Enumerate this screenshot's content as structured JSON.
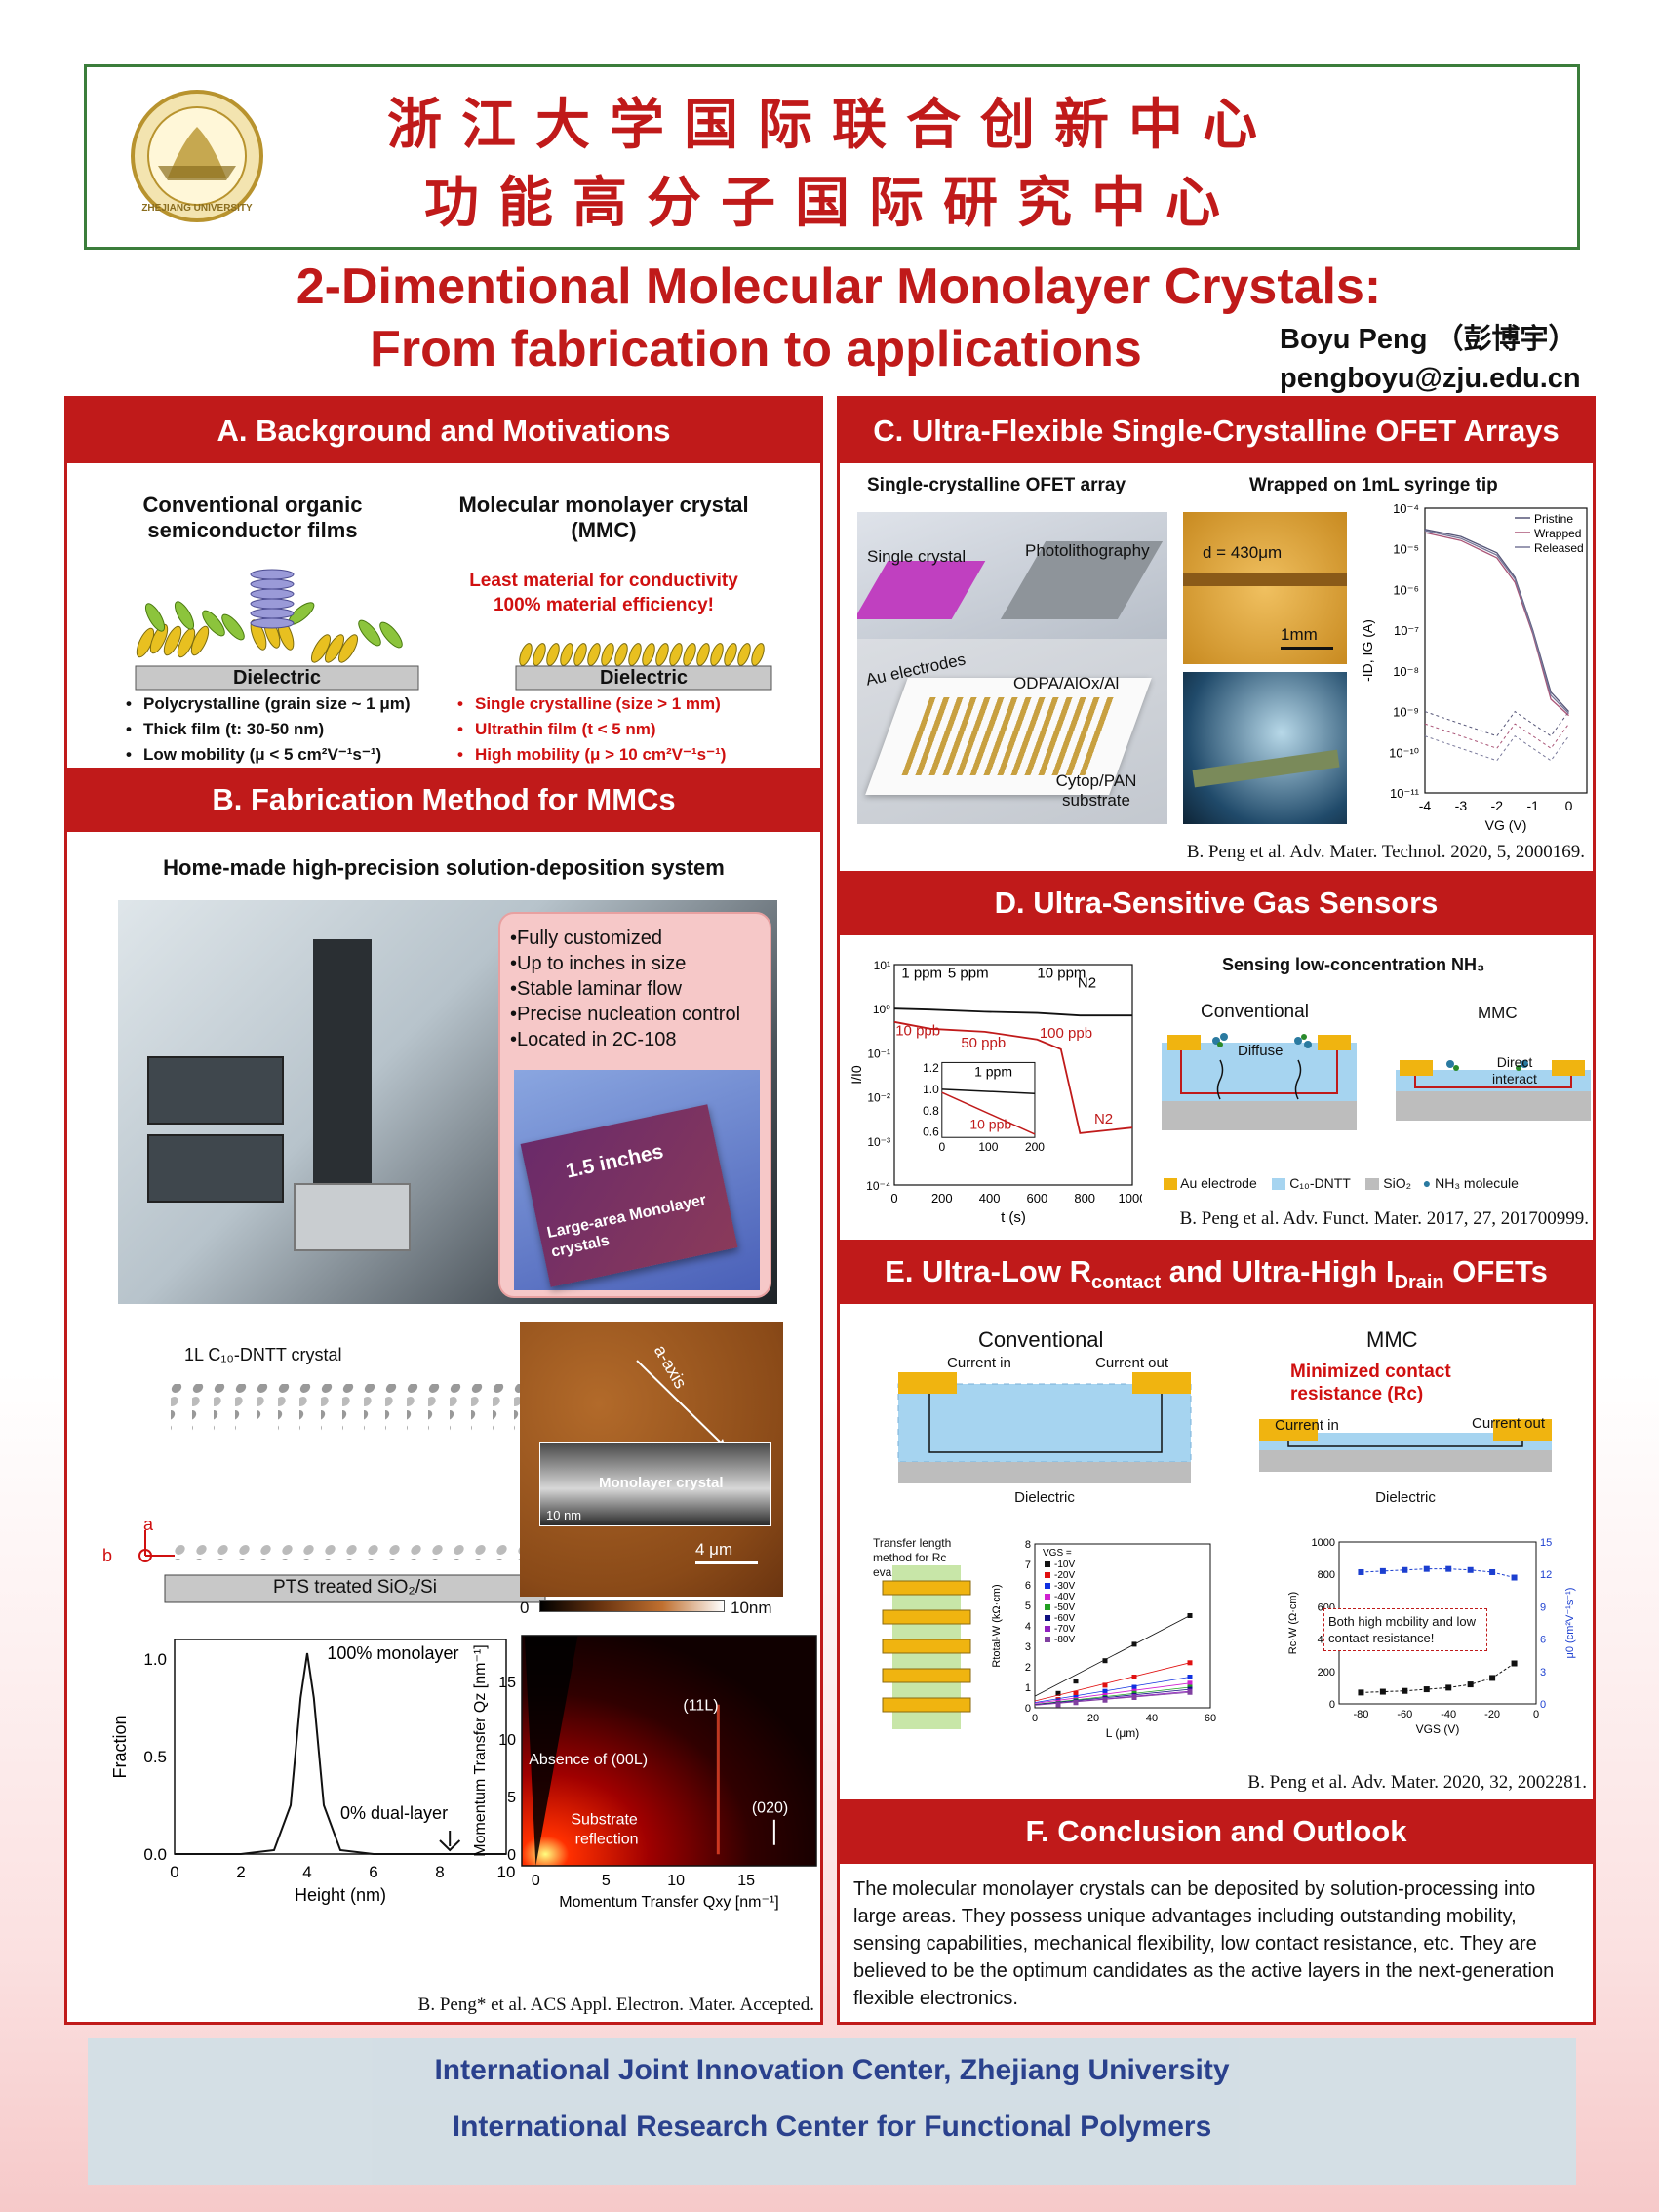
{
  "header": {
    "line1": "浙江大学国际联合创新中心",
    "line2": "功能高分子国际研究中心",
    "logo": {
      "icon": "zju-seal-icon",
      "text": "ZHEJIANG UNIVERSITY"
    }
  },
  "title": {
    "line1": "2-Dimentional Molecular Monolayer Crystals:",
    "line2": "From fabrication to applications"
  },
  "author": {
    "name": "Boyu Peng （彭博宇）",
    "email": "pengboyu@zju.edu.cn"
  },
  "sectionA": {
    "heading": "A. Background and Motivations",
    "left_title": "Conventional organic semiconductor films",
    "right_title": "Molecular monolayer crystal (MMC)",
    "highlight": "Least material for conductivity 100% material efficiency!",
    "dielectric": "Dielectric",
    "left_bullets": [
      "Polycrystalline (grain size ~ 1 μm)",
      "Thick film (t: 30-50 nm)",
      "Low mobility (μ < 5 cm²V⁻¹s⁻¹)"
    ],
    "right_bullets": [
      "Single crystalline (size > 1 mm)",
      "Ultrathin film (t < 5 nm)",
      "High mobility (μ > 10 cm²V⁻¹s⁻¹)"
    ]
  },
  "sectionB": {
    "heading": "B. Fabrication Method for MMCs",
    "subtitle": "Home-made high-precision solution-deposition system",
    "features": [
      "•Fully customized",
      "•Up to inches in size",
      "•Stable laminar flow",
      "•Precise nucleation control",
      "•Located in 2C-108"
    ],
    "wafer_size": "1.5 inches",
    "wafer_label": "Large-area Monolayer crystals",
    "crystal_title": "1L C₁₀-DNTT crystal",
    "substrate": "PTS treated SiO₂/Si",
    "axis_a": "a",
    "axis_b": "b",
    "afm_axis": "a-axis",
    "tem_label": "Monolayer crystal",
    "tem_scale": "10 nm",
    "afm_scale": "4 μm",
    "afm_colorbar": [
      "0",
      "10nm"
    ],
    "ref": "B. Peng* et al. ACS Appl. Electron. Mater. Accepted."
  },
  "sectionC": {
    "heading": "C. Ultra-Flexible Single-Crystalline OFET Arrays",
    "label_left": "Single-crystalline OFET array",
    "label_right": "Wrapped on 1mL syringe tip",
    "scheme": [
      "Single crystal",
      "Photolithography",
      "Au electrodes",
      "ODPA/AlOx/Al",
      "Cytop/PAN substrate"
    ],
    "photo_d": "d = 430μm",
    "photo_scale": "1mm",
    "ref": "B. Peng et al. Adv. Mater. Technol. 2020, 5, 2000169."
  },
  "sectionD": {
    "heading": "D. Ultra-Sensitive Gas Sensors",
    "sensing_title": "Sensing low-concentration NH₃",
    "conventional": "Conventional",
    "mmc": "MMC",
    "diffuse": "Diffuse",
    "direct": "Direct interact",
    "legend": [
      "Au electrode",
      "C₁₀-DNTT",
      "SiO₂",
      "NH₃ molecule"
    ],
    "ref": "B. Peng et al. Adv. Funct. Mater. 2017, 27, 201700999."
  },
  "sectionE": {
    "heading": "E. Ultra-Low R",
    "heading_sub1": "contact",
    "heading_mid": " and Ultra-High I",
    "heading_sub2": "Drain",
    "heading_end": " OFETs",
    "conventional": "Conventional",
    "mmc": "MMC",
    "minimized": "Minimized contact resistance (Rc)",
    "current_in": "Current in",
    "current_out": "Current out",
    "dielectric": "Dielectric",
    "tlm": "Transfer length method for Rc evaluation",
    "annotation": "Both high mobility and low contact resistance!",
    "ref": "B. Peng et al. Adv. Mater. 2020, 32, 2002281."
  },
  "sectionF": {
    "heading": "F. Conclusion and Outlook",
    "body": "The molecular monolayer crystals can be deposited by solution-processing into large areas. They possess unique advantages including outstanding mobility, sensing capabilities, mechanical flexibility, low contact resistance, etc. They are believed to be the optimum candidates as the active layers in the next-generation flexible electronics."
  },
  "footer": {
    "line1": "International Joint Innovation Center, Zhejiang University",
    "line2": "International Research Center for Functional Polymers"
  },
  "chart_data": [
    {
      "id": "height-distribution",
      "type": "line",
      "xlabel": "Height (nm)",
      "ylabel": "Fraction",
      "xlim": [
        0,
        10
      ],
      "ylim": [
        0,
        1.1
      ],
      "xticks": [
        0,
        2,
        4,
        6,
        8,
        10
      ],
      "yticks": [
        0.0,
        0.5,
        1.0
      ],
      "x": [
        0,
        2,
        3,
        3.5,
        3.8,
        4.0,
        4.2,
        4.5,
        5.0,
        6,
        8,
        10
      ],
      "y": [
        0,
        0,
        0.02,
        0.25,
        0.8,
        1.03,
        0.8,
        0.25,
        0.02,
        0,
        0,
        0
      ],
      "annotations": [
        "100% monolayer",
        "0% dual-layer"
      ]
    },
    {
      "id": "gixd-map",
      "type": "heatmap",
      "xlabel": "Momentum Transfer Qxy [nm⁻¹]",
      "ylabel": "Momentum Transfer Qz [nm⁻¹]",
      "xlim": [
        -1,
        20
      ],
      "ylim": [
        -1,
        19
      ],
      "xticks": [
        0,
        5,
        10,
        15
      ],
      "yticks": [
        0,
        5,
        10,
        15
      ],
      "annotations": [
        "(11L)",
        "Absence of (00L)",
        "Substrate reflection",
        "(020)"
      ]
    },
    {
      "id": "transfer-curves",
      "type": "line",
      "xlabel": "VG (V)",
      "ylabel": "-ID, IG (A)",
      "xlim": [
        -4,
        0.5
      ],
      "yscale": "log",
      "ylim": [
        1e-11,
        0.0001
      ],
      "xticks": [
        -4,
        -3,
        -2,
        -1,
        0
      ],
      "ytick_labels": [
        "10⁻¹¹",
        "10⁻¹⁰",
        "10⁻⁹",
        "10⁻⁸",
        "10⁻⁷",
        "10⁻⁶",
        "10⁻⁵",
        "10⁻⁴"
      ],
      "series": [
        {
          "name": "Pristine",
          "x": [
            -4,
            -3,
            -2,
            -1.5,
            -1,
            -0.5,
            0
          ],
          "y": [
            3e-05,
            2e-05,
            8e-06,
            2e-06,
            1e-07,
            3e-09,
            1e-09
          ]
        },
        {
          "name": "Wrapped",
          "x": [
            -4,
            -3,
            -2,
            -1.5,
            -1,
            -0.5,
            0
          ],
          "y": [
            2.5e-05,
            1.6e-05,
            6e-06,
            1.5e-06,
            8e-08,
            2e-09,
            8e-10
          ]
        },
        {
          "name": "Released",
          "x": [
            -4,
            -3,
            -2,
            -1.5,
            -1,
            -0.5,
            0
          ],
          "y": [
            2.8e-05,
            1.8e-05,
            7e-06,
            1.8e-06,
            9e-08,
            2.5e-09,
            9e-10
          ]
        }
      ]
    },
    {
      "id": "gas-response",
      "type": "line",
      "xlabel": "t (s)",
      "ylabel": "I/I0",
      "xlim": [
        0,
        1000
      ],
      "yscale": "log",
      "ylim": [
        0.0001,
        10
      ],
      "xticks": [
        0,
        200,
        400,
        600,
        800,
        1000
      ],
      "ytick_labels": [
        "10⁻⁴",
        "10⁻³",
        "10⁻²",
        "10⁻¹",
        "10⁰",
        "10¹"
      ],
      "series": [
        {
          "name": "ppm",
          "x": [
            0,
            150,
            380,
            600,
            780,
            1000
          ],
          "y": [
            1,
            0.95,
            0.85,
            0.8,
            0.7,
            0.7
          ]
        },
        {
          "name": "ppb",
          "x": [
            0,
            150,
            380,
            600,
            700,
            780,
            1000
          ],
          "y": [
            0.5,
            0.35,
            0.3,
            0.2,
            0.12,
            0.0015,
            0.002
          ]
        }
      ],
      "annotations": [
        "1 ppm",
        "5 ppm",
        "10 ppm",
        "N2",
        "10 ppb",
        "50 ppb",
        "100 ppb",
        "N2"
      ],
      "inset": {
        "xlim": [
          0,
          200
        ],
        "ylim": [
          0.55,
          1.25
        ],
        "xticks": [
          0,
          100,
          200
        ],
        "yticks": [
          0.6,
          0.8,
          1.0,
          1.2
        ],
        "labels": [
          "1 ppm",
          "10 ppb"
        ]
      }
    },
    {
      "id": "tlm-plot",
      "type": "scatter",
      "xlabel": "L (μm)",
      "ylabel": "Rtotal·W (kΩ·cm)",
      "xlim": [
        0,
        60
      ],
      "ylim": [
        0,
        8
      ],
      "xticks": [
        0,
        20,
        40,
        60
      ],
      "yticks": [
        0,
        1,
        2,
        3,
        4,
        5,
        6,
        7,
        8
      ],
      "legend_title": "VGS =",
      "series": [
        {
          "name": "-10V",
          "color": "#111111",
          "x": [
            8,
            14,
            24,
            34,
            53
          ],
          "y": [
            0.7,
            1.3,
            2.3,
            3.1,
            4.5
          ]
        },
        {
          "name": "-20V",
          "color": "#e01010",
          "x": [
            8,
            14,
            24,
            34,
            53
          ],
          "y": [
            0.4,
            0.7,
            1.1,
            1.5,
            2.2
          ]
        },
        {
          "name": "-30V",
          "color": "#1030e0",
          "x": [
            8,
            14,
            24,
            34,
            53
          ],
          "y": [
            0.3,
            0.5,
            0.8,
            1.0,
            1.5
          ]
        },
        {
          "name": "-40V",
          "color": "#d020d0",
          "x": [
            8,
            14,
            24,
            34,
            53
          ],
          "y": [
            0.25,
            0.4,
            0.6,
            0.8,
            1.2
          ]
        },
        {
          "name": "-50V",
          "color": "#20a020",
          "x": [
            8,
            14,
            24,
            34,
            53
          ],
          "y": [
            0.2,
            0.35,
            0.5,
            0.7,
            1.0
          ]
        },
        {
          "name": "-60V",
          "color": "#101080",
          "x": [
            8,
            14,
            24,
            34,
            53
          ],
          "y": [
            0.18,
            0.3,
            0.45,
            0.6,
            0.9
          ]
        },
        {
          "name": "-70V",
          "color": "#9020c0",
          "x": [
            8,
            14,
            24,
            34,
            53
          ],
          "y": [
            0.16,
            0.27,
            0.4,
            0.55,
            0.8
          ]
        },
        {
          "name": "-80V",
          "color": "#8040a0",
          "x": [
            8,
            14,
            24,
            34,
            53
          ],
          "y": [
            0.15,
            0.25,
            0.37,
            0.5,
            0.75
          ]
        }
      ]
    },
    {
      "id": "rc-mobility",
      "type": "line",
      "xlabel": "VGS (V)",
      "ylabel": "Rc·W (Ω·cm)",
      "y2label": "μ0 (cm²V⁻¹s⁻¹)",
      "xlim": [
        -90,
        0
      ],
      "ylim": [
        0,
        1000
      ],
      "y2lim": [
        0,
        15
      ],
      "xticks": [
        -80,
        -60,
        -40,
        -20,
        0
      ],
      "yticks": [
        0,
        200,
        400,
        600,
        800,
        1000
      ],
      "y2ticks": [
        0,
        3,
        6,
        9,
        12,
        15
      ],
      "series": [
        {
          "name": "Rc·W",
          "color": "#111111",
          "x": [
            -80,
            -70,
            -60,
            -50,
            -40,
            -30,
            -20,
            -10
          ],
          "y": [
            70,
            75,
            80,
            90,
            100,
            120,
            160,
            250
          ]
        },
        {
          "name": "μ0",
          "color": "#1c3fd0",
          "axis": "y2",
          "x": [
            -80,
            -70,
            -60,
            -50,
            -40,
            -30,
            -20,
            -10
          ],
          "y": [
            12.2,
            12.3,
            12.4,
            12.5,
            12.5,
            12.4,
            12.2,
            11.7
          ]
        }
      ]
    }
  ]
}
